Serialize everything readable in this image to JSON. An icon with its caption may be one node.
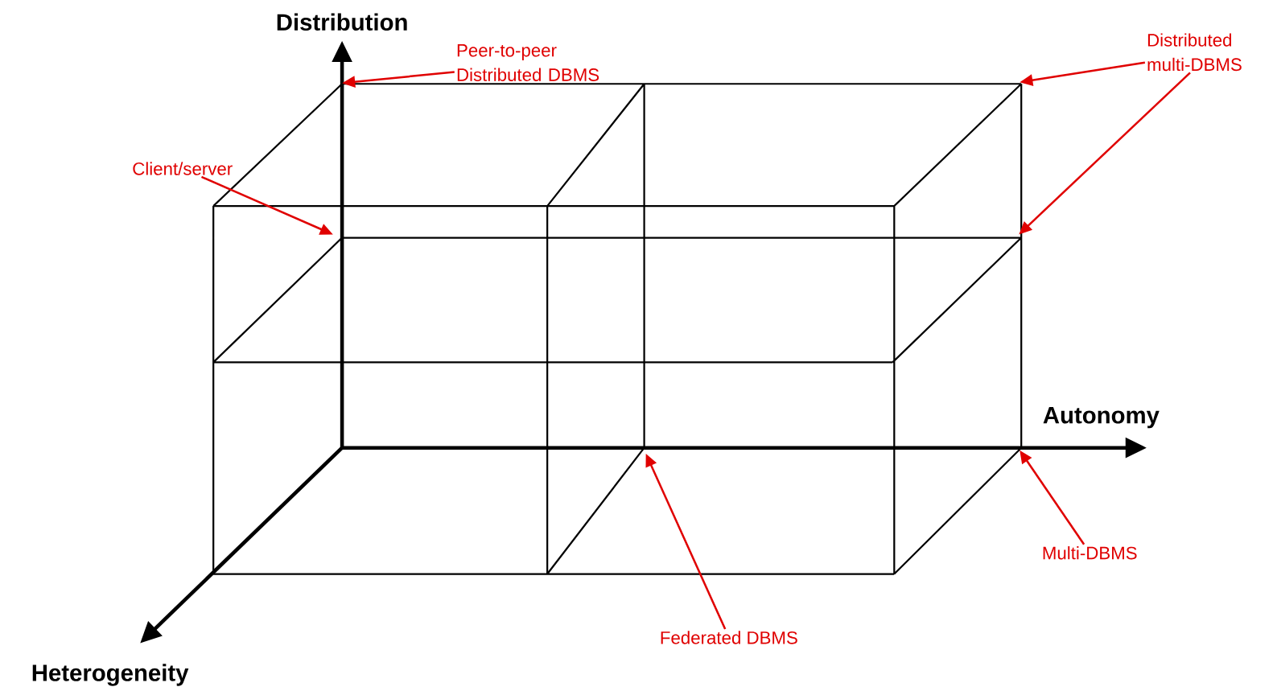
{
  "diagram": {
    "nodes": [
      {
        "text": [
          "Peer-to-peer Distributed DBMS"
        ]
      },
      {
        "text": [
          "Client/server"
        ]
      },
      {
        "text": [
          "Distributed multi-DBMS"
        ]
      },
      {
        "text": [
          "Federated DBMS"
        ]
      },
      {
        "text": [
          "Multi-DBMS"
        ]
      }
    ],
    "edges": [
      {
        "from": 0,
        "to": null,
        "arrow": "to"
      },
      {
        "from": 1,
        "to": null,
        "arrow": "to"
      },
      {
        "from": 2,
        "to": null,
        "arrow": "to"
      },
      {
        "from": 2,
        "to": null,
        "arrow": "to"
      },
      {
        "from": 3,
        "to": null,
        "arrow": "to"
      },
      {
        "from": 4,
        "to": null,
        "arrow": "to"
      }
    ],
    "labels": [
      "Distribution",
      "Autonomy",
      "Heterogeneity"
    ]
  }
}
